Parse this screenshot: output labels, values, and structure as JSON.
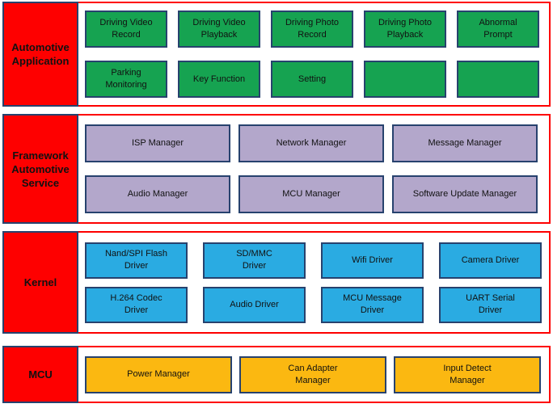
{
  "title": "Automotive system software architecture diagram",
  "colors": {
    "layer_outline_red": "#fe0000",
    "label_fill_red": "#fe0000",
    "box_border_navy": "#27426e",
    "application_green": "#16a351",
    "service_purple": "#b3a7cb",
    "kernel_blue": "#2aabe2",
    "mcu_orange": "#fbb811",
    "text": "#111111",
    "background": "#ffffff"
  },
  "layers": [
    {
      "id": "automotive-application",
      "label": "Automotive\nApplication",
      "rows": [
        [
          "Driving Video\nRecord",
          "Driving Video\nPlayback",
          "Driving Photo\nRecord",
          "Driving Photo\nPlayback",
          "Abnormal\nPrompt"
        ],
        [
          "Parking\nMonitoring",
          "Key Function",
          "Setting",
          "",
          ""
        ]
      ]
    },
    {
      "id": "framework-automotive-service",
      "label": "Framework\nAutomotive\nService",
      "rows": [
        [
          "ISP Manager",
          "Network Manager",
          "Message Manager"
        ],
        [
          "Audio Manager",
          "MCU Manager",
          "Software Update Manager"
        ]
      ]
    },
    {
      "id": "kernel",
      "label": "Kernel",
      "rows": [
        [
          "Nand/SPI Flash\nDriver",
          "SD/MMC\nDriver",
          "Wifi Driver",
          "Camera Driver"
        ],
        [
          "H.264 Codec\nDriver",
          "Audio Driver",
          "MCU Message\nDriver",
          "UART Serial\nDriver"
        ]
      ]
    },
    {
      "id": "mcu",
      "label": "MCU",
      "rows": [
        [
          "Power Manager",
          "Can Adapter\nManager",
          "Input Detect\nManager"
        ]
      ]
    }
  ]
}
